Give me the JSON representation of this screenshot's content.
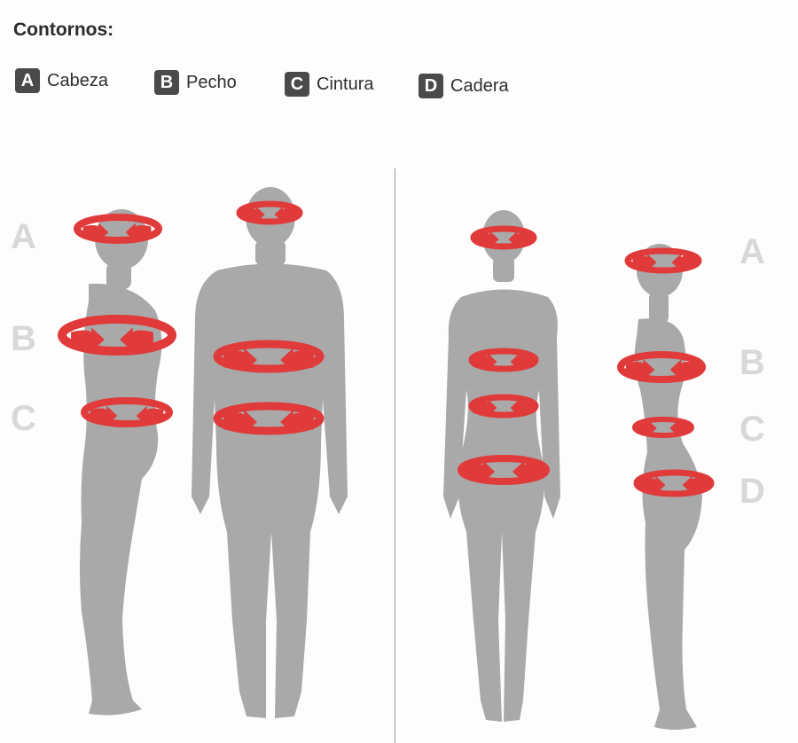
{
  "title": "Contornos:",
  "legend": [
    {
      "letter": "A",
      "label": "Cabeza"
    },
    {
      "letter": "B",
      "label": "Pecho"
    },
    {
      "letter": "C",
      "label": "Cintura"
    },
    {
      "letter": "D",
      "label": "Cadera"
    }
  ],
  "left_letters": [
    "A",
    "B",
    "C"
  ],
  "right_letters": [
    "A",
    "B",
    "C",
    "D"
  ],
  "colors": {
    "figure": "#a9a9a9",
    "arrow": "#e03a3a",
    "badge": "#4a4a4a",
    "side_letters": "#d8d8d8"
  }
}
